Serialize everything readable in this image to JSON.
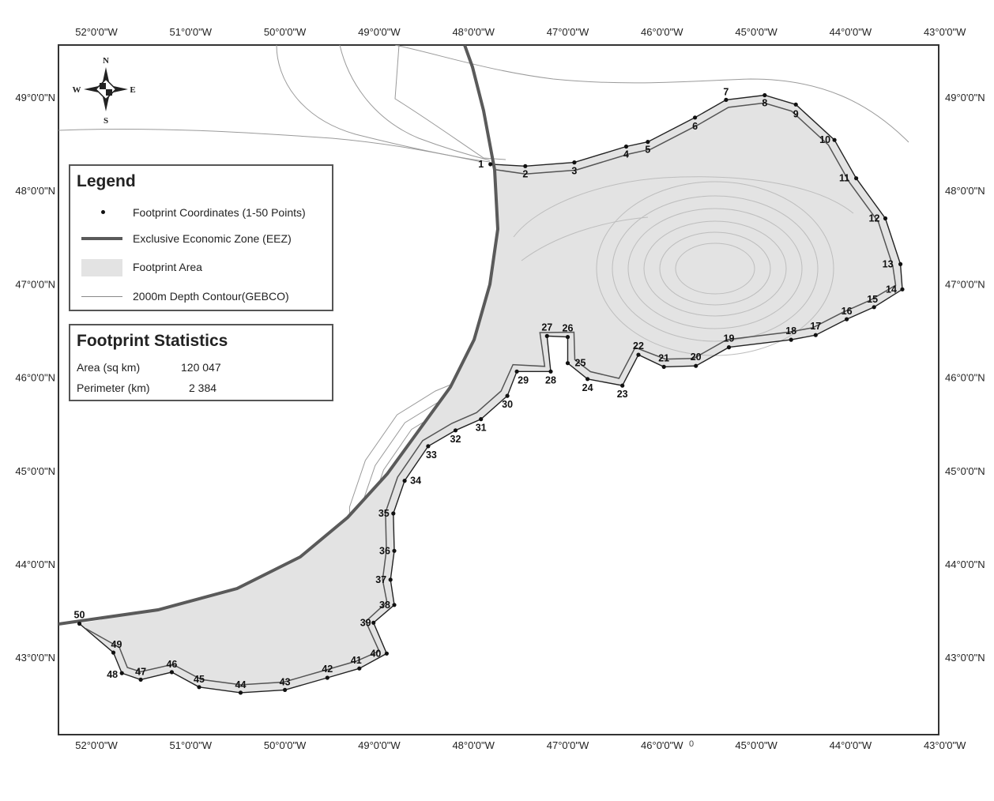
{
  "map": {
    "lon_labels": [
      "52°0'0\"W",
      "51°0'0\"W",
      "50°0'0\"W",
      "49°0'0\"W",
      "48°0'0\"W",
      "47°0'0\"W",
      "46°0'0\"W",
      "45°0'0\"W",
      "44°0'0\"W",
      "43°0'0\"W"
    ],
    "lat_labels": [
      "49°0'0\"N",
      "48°0'0\"N",
      "47°0'0\"N",
      "46°0'0\"N",
      "45°0'0\"N",
      "44°0'0\"N",
      "43°0'0\"N"
    ],
    "compass": {
      "n": "N",
      "s": "S",
      "e": "E",
      "w": "W"
    },
    "stray_mark": "0",
    "footprint_points": [
      {
        "id": "1",
        "lon": -47.82,
        "lat": 48.29
      },
      {
        "id": "2",
        "lon": -47.45,
        "lat": 48.27
      },
      {
        "id": "3",
        "lon": -46.93,
        "lat": 48.31
      },
      {
        "id": "4",
        "lon": -46.38,
        "lat": 48.48
      },
      {
        "id": "5",
        "lon": -46.15,
        "lat": 48.53
      },
      {
        "id": "6",
        "lon": -45.65,
        "lat": 48.79
      },
      {
        "id": "7",
        "lon": -45.32,
        "lat": 48.98
      },
      {
        "id": "8",
        "lon": -44.91,
        "lat": 49.03
      },
      {
        "id": "9",
        "lon": -44.58,
        "lat": 48.93
      },
      {
        "id": "10",
        "lon": -44.17,
        "lat": 48.55
      },
      {
        "id": "11",
        "lon": -43.94,
        "lat": 48.14
      },
      {
        "id": "12",
        "lon": -43.63,
        "lat": 47.71
      },
      {
        "id": "13",
        "lon": -43.47,
        "lat": 47.22
      },
      {
        "id": "14",
        "lon": -43.45,
        "lat": 46.95
      },
      {
        "id": "15",
        "lon": -43.75,
        "lat": 46.76
      },
      {
        "id": "16",
        "lon": -44.04,
        "lat": 46.63
      },
      {
        "id": "17",
        "lon": -44.37,
        "lat": 46.46
      },
      {
        "id": "18",
        "lon": -44.63,
        "lat": 46.41
      },
      {
        "id": "19",
        "lon": -45.29,
        "lat": 46.33
      },
      {
        "id": "20",
        "lon": -45.64,
        "lat": 46.13
      },
      {
        "id": "21",
        "lon": -45.98,
        "lat": 46.12
      },
      {
        "id": "22",
        "lon": -46.25,
        "lat": 46.25
      },
      {
        "id": "23",
        "lon": -46.42,
        "lat": 45.92
      },
      {
        "id": "24",
        "lon": -46.79,
        "lat": 45.99
      },
      {
        "id": "25",
        "lon": -47.0,
        "lat": 46.16
      },
      {
        "id": "26",
        "lon": -47.0,
        "lat": 46.44
      },
      {
        "id": "27",
        "lon": -47.22,
        "lat": 46.45
      },
      {
        "id": "28",
        "lon": -47.18,
        "lat": 46.07
      },
      {
        "id": "29",
        "lon": -47.54,
        "lat": 46.07
      },
      {
        "id": "30",
        "lon": -47.64,
        "lat": 45.81
      },
      {
        "id": "31",
        "lon": -47.92,
        "lat": 45.56
      },
      {
        "id": "32",
        "lon": -48.19,
        "lat": 45.44
      },
      {
        "id": "33",
        "lon": -48.48,
        "lat": 45.27
      },
      {
        "id": "34",
        "lon": -48.73,
        "lat": 44.9
      },
      {
        "id": "35",
        "lon": -48.85,
        "lat": 44.55
      },
      {
        "id": "36",
        "lon": -48.84,
        "lat": 44.15
      },
      {
        "id": "37",
        "lon": -48.88,
        "lat": 43.84
      },
      {
        "id": "38",
        "lon": -48.84,
        "lat": 43.57
      },
      {
        "id": "39",
        "lon": -49.06,
        "lat": 43.38
      },
      {
        "id": "40",
        "lon": -48.92,
        "lat": 43.05
      },
      {
        "id": "41",
        "lon": -49.21,
        "lat": 42.89
      },
      {
        "id": "42",
        "lon": -49.55,
        "lat": 42.79
      },
      {
        "id": "43",
        "lon": -50.0,
        "lat": 42.66
      },
      {
        "id": "44",
        "lon": -50.47,
        "lat": 42.63
      },
      {
        "id": "45",
        "lon": -50.91,
        "lat": 42.69
      },
      {
        "id": "46",
        "lon": -51.2,
        "lat": 42.85
      },
      {
        "id": "47",
        "lon": -51.53,
        "lat": 42.77
      },
      {
        "id": "48",
        "lon": -51.73,
        "lat": 42.84
      },
      {
        "id": "49",
        "lon": -51.82,
        "lat": 43.06
      },
      {
        "id": "50",
        "lon": -52.18,
        "lat": 43.37
      }
    ]
  },
  "legend": {
    "title": "Legend",
    "items": [
      {
        "label": "Footprint Coordinates (1-50 Points)"
      },
      {
        "label": "Exclusive Economic Zone (EEZ)"
      },
      {
        "label": "Footprint Area"
      },
      {
        "label": "2000m Depth Contour(GEBCO)"
      }
    ]
  },
  "stats": {
    "title": "Footprint Statistics",
    "area_label": "Area (sq km)",
    "area_value": "120 047",
    "perimeter_label": "Perimeter (km)",
    "perimeter_value": "2 384"
  }
}
